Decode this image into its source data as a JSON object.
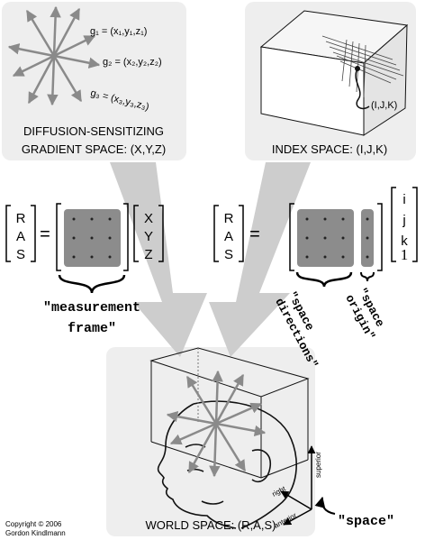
{
  "panels": {
    "gradient_space": {
      "caption_line1": "DIFFUSION-SENSITIZING",
      "caption_line2": "GRADIENT SPACE: (X,Y,Z)",
      "g1": "g₁ = (x₁,y₁,z₁)",
      "g2": "g₂ = (x₂,y₂,z₂)",
      "g3": "g₃ = (x₃,y₃,z₃)"
    },
    "index_space": {
      "caption": "INDEX SPACE: (I,J,K)",
      "point_label": "(I,J,K)"
    },
    "world_space": {
      "caption": "WORLD SPACE: (R,A,S)",
      "axis_superior": "superior",
      "axis_right": "right",
      "axis_anterior": "anterior"
    }
  },
  "left_equation": {
    "lhs": [
      "R",
      "A",
      "S"
    ],
    "equals": "=",
    "rhs_vector": [
      "X",
      "Y",
      "Z"
    ],
    "brace_label_line1": "\"measurement",
    "brace_label_line2": "frame\""
  },
  "right_equation": {
    "lhs": [
      "R",
      "A",
      "S"
    ],
    "equals": "=",
    "rhs_vector": [
      "i",
      "j",
      "k",
      "1"
    ],
    "directions_label_line1": "\"space",
    "directions_label_line2": "directions\"",
    "origin_label_line1": "\"space",
    "origin_label_line2": "origin\""
  },
  "space_label": "\"space\"",
  "copyright_line1": "Copyright ©  2006",
  "copyright_line2": "Gordon Kindlmann"
}
